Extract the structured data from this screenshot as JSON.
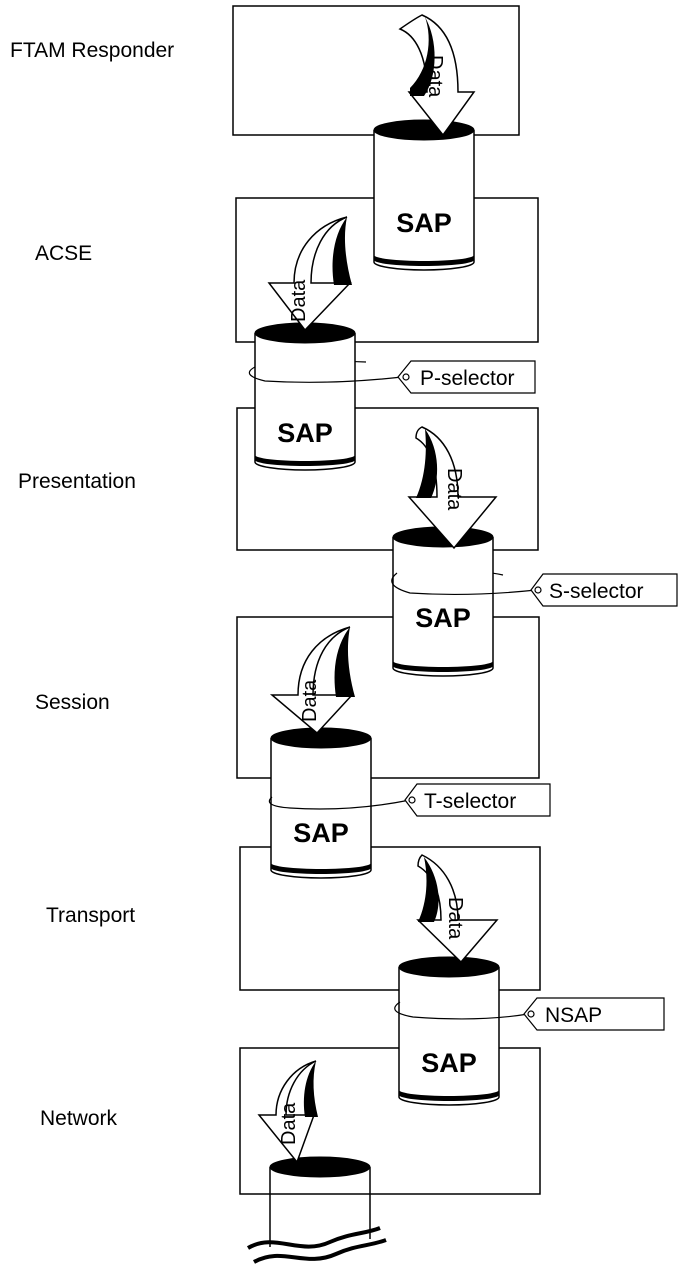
{
  "layers": [
    {
      "label": "FTAM Responder"
    },
    {
      "label": "ACSE"
    },
    {
      "label": "Presentation"
    },
    {
      "label": "Session"
    },
    {
      "label": "Transport"
    },
    {
      "label": "Network"
    }
  ],
  "saps": [
    {
      "label": "SAP"
    },
    {
      "label": "SAP"
    },
    {
      "label": "SAP"
    },
    {
      "label": "SAP"
    },
    {
      "label": "SAP"
    },
    {
      "label": ""
    }
  ],
  "data_arrows": [
    {
      "label": "Data"
    },
    {
      "label": "Data"
    },
    {
      "label": "Data"
    },
    {
      "label": "Data"
    },
    {
      "label": "Data"
    },
    {
      "label": "Data"
    }
  ],
  "selectors": [
    {
      "label": "P-selector"
    },
    {
      "label": "S-selector"
    },
    {
      "label": "T-selector"
    },
    {
      "label": "NSAP"
    }
  ]
}
